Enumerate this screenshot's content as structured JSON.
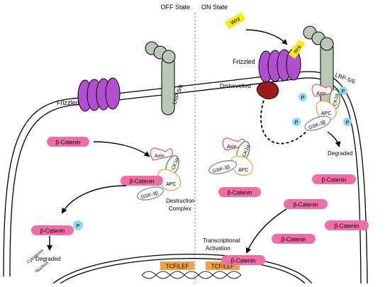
{
  "header": {
    "off_state": "OFF State",
    "on_state": "ON State"
  },
  "labels": {
    "frizzled_left": "Frizzled",
    "lrp_left": "LRP-5/6",
    "frizzled_right": "Frizzled",
    "lrp_right": "LRP-5/6",
    "wnt_top": "Wnt",
    "wnt_bound": "Wnt",
    "dishevelled": "Dishevelled",
    "destruction_complex": [
      "Destruction",
      "Complex"
    ],
    "degraded_left": "Degraded",
    "degraded_right": "Degraded",
    "transcriptional_activation": [
      "Transcriptional",
      "Activation"
    ],
    "cytoplasm": "Cytoplasm",
    "nucleus": "Nucleus"
  },
  "proteins": {
    "axin": "Axin",
    "ck1a": "CK1α",
    "apc": "APC",
    "gsk3b": "GSK-3β"
  },
  "beta_catenin": "β-Catenin",
  "phospho": "P",
  "tcf_lef": "TCF/LEF",
  "colors": {
    "frizzled": "#b24fd1",
    "lrp": "#b9c9b5",
    "dishevelled": "#9b1b1b",
    "beta_catenin": "#f06ea5",
    "phospho": "#8dd8f0",
    "wnt": "#f5ef1e",
    "tcf_lef": "#f0a24a",
    "axin": "#e0607a",
    "ck1a": "#4a9a3a",
    "apc": "#f0a24a",
    "gsk3b": "#7f8fa6"
  }
}
